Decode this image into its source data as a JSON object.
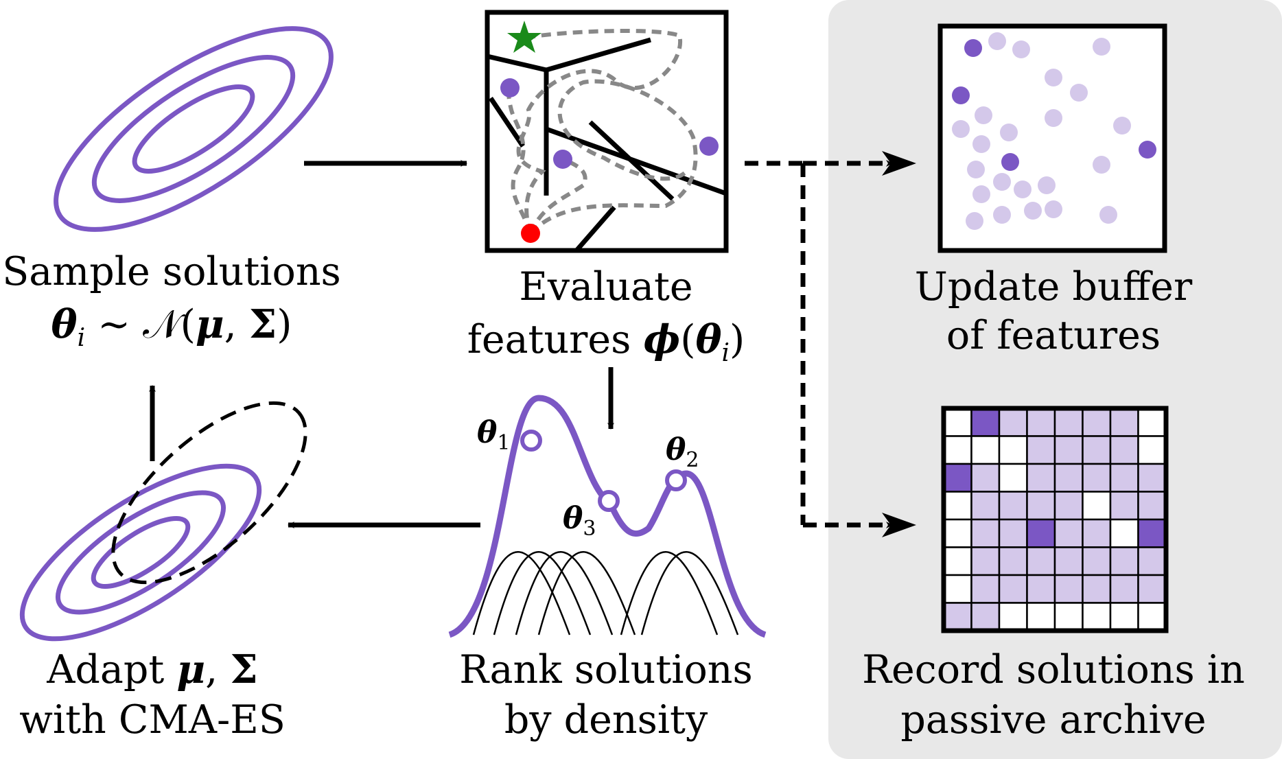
{
  "colors": {
    "purple": "#7b57c4",
    "light_purple": "#d4c8ea",
    "panel_gray": "#e8e8e8",
    "dashed_path": "#888888",
    "start_red": "#ff0000",
    "goal_green": "#1a8a1a"
  },
  "labels": {
    "sample": {
      "line1": "Sample solutions",
      "math_theta": "θ",
      "math_sub": "i",
      "math_rest": " ∼ 𝒩(",
      "math_mu": "μ",
      "math_comma": ", ",
      "math_sigma": "Σ",
      "math_close": ")"
    },
    "evaluate": {
      "line1": "Evaluate",
      "line2_text": "features ",
      "line2_phi": "ϕ",
      "line2_open": "(",
      "line2_theta": "θ",
      "line2_sub": "i",
      "line2_close": ")"
    },
    "buffer": {
      "line1": "Update buffer",
      "line2": "of features"
    },
    "archive": {
      "line1": "Record solutions in",
      "line2": "passive archive"
    },
    "rank": {
      "line1": "Rank solutions",
      "line2": "by density"
    },
    "adapt": {
      "line1_text": "Adapt ",
      "line1_mu": "μ",
      "line1_comma": ", ",
      "line1_sigma": "Σ",
      "line2": "with CMA-ES"
    },
    "density_points": [
      {
        "theta": "θ",
        "sub": "1"
      },
      {
        "theta": "θ",
        "sub": "2"
      },
      {
        "theta": "θ",
        "sub": "3"
      }
    ]
  },
  "icons": {
    "goal": "star-icon",
    "start": "start-dot-icon"
  }
}
